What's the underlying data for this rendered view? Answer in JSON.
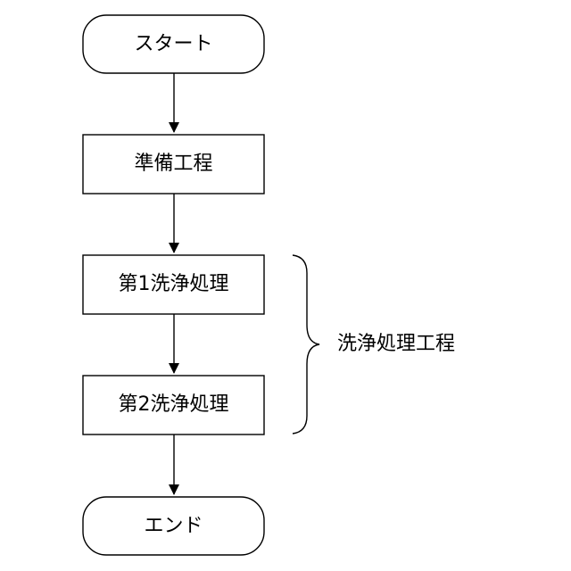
{
  "flowchart": {
    "nodes": [
      {
        "id": "start",
        "shape": "terminal",
        "label": "スタート"
      },
      {
        "id": "prep",
        "shape": "process",
        "label": "準備工程"
      },
      {
        "id": "wash1",
        "shape": "process",
        "label": "第1洗浄処理"
      },
      {
        "id": "wash2",
        "shape": "process",
        "label": "第2洗浄処理"
      },
      {
        "id": "end",
        "shape": "terminal",
        "label": "エンド"
      }
    ],
    "edges": [
      {
        "from": "start",
        "to": "prep"
      },
      {
        "from": "prep",
        "to": "wash1"
      },
      {
        "from": "wash1",
        "to": "wash2"
      },
      {
        "from": "wash2",
        "to": "end"
      }
    ],
    "group": {
      "label": "洗浄処理工程",
      "members": [
        "wash1",
        "wash2"
      ]
    }
  }
}
